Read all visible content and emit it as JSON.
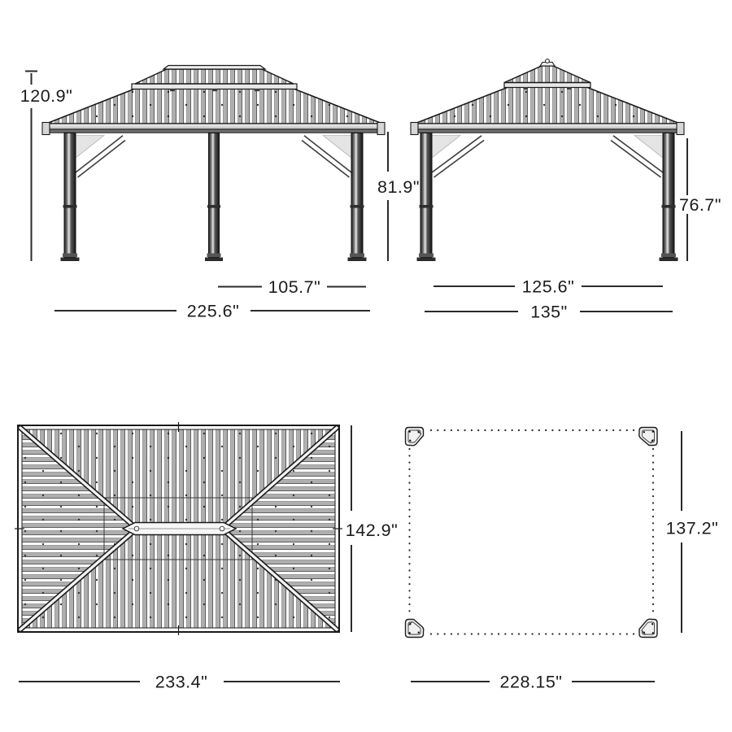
{
  "title": "Gazebo dimension diagram",
  "unit": "inches",
  "line_color": "#2b2b2b",
  "dimensions": {
    "front_total_height": "120.9\"",
    "front_post_height": "81.9\"",
    "front_inner_width": "105.7\"",
    "front_overall_width": "225.6\"",
    "side_post_height": "76.7\"",
    "side_inner_width": "125.6\"",
    "side_overall_width": "135\"",
    "roof_depth": "142.9\"",
    "roof_width": "233.4\"",
    "footprint_depth": "137.2\"",
    "footprint_width": "228.15\""
  }
}
